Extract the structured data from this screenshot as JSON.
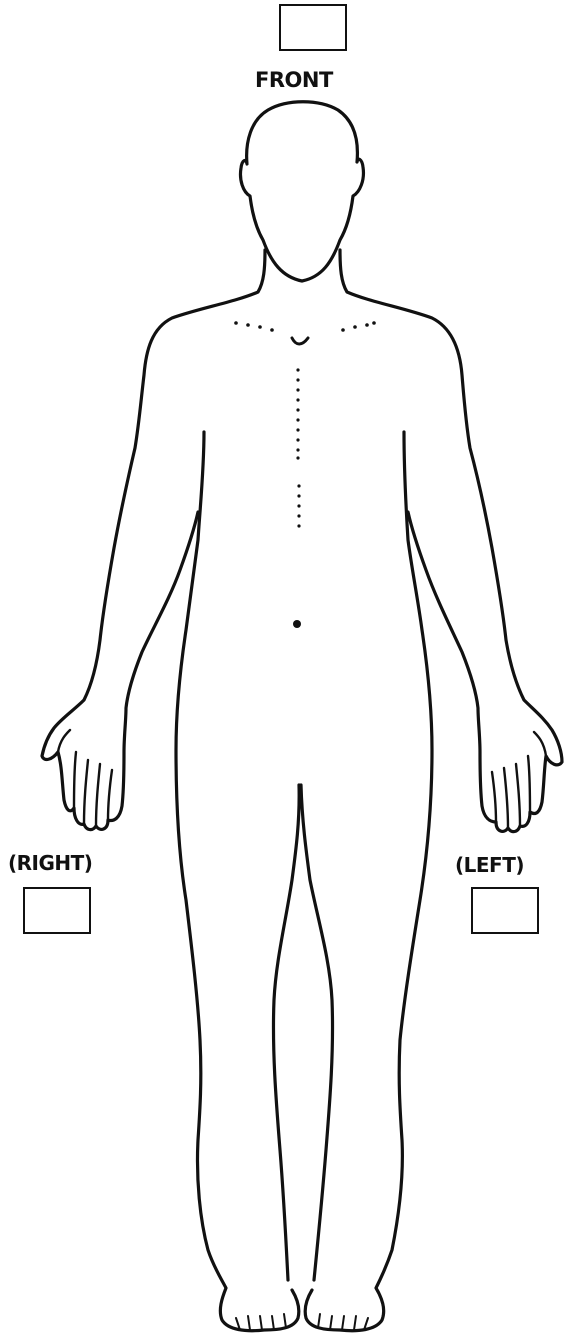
{
  "labels": {
    "front": "FRONT",
    "right": "(RIGHT)",
    "left": "(LEFT)"
  },
  "colors": {
    "outline": "#111111",
    "background": "#ffffff"
  }
}
